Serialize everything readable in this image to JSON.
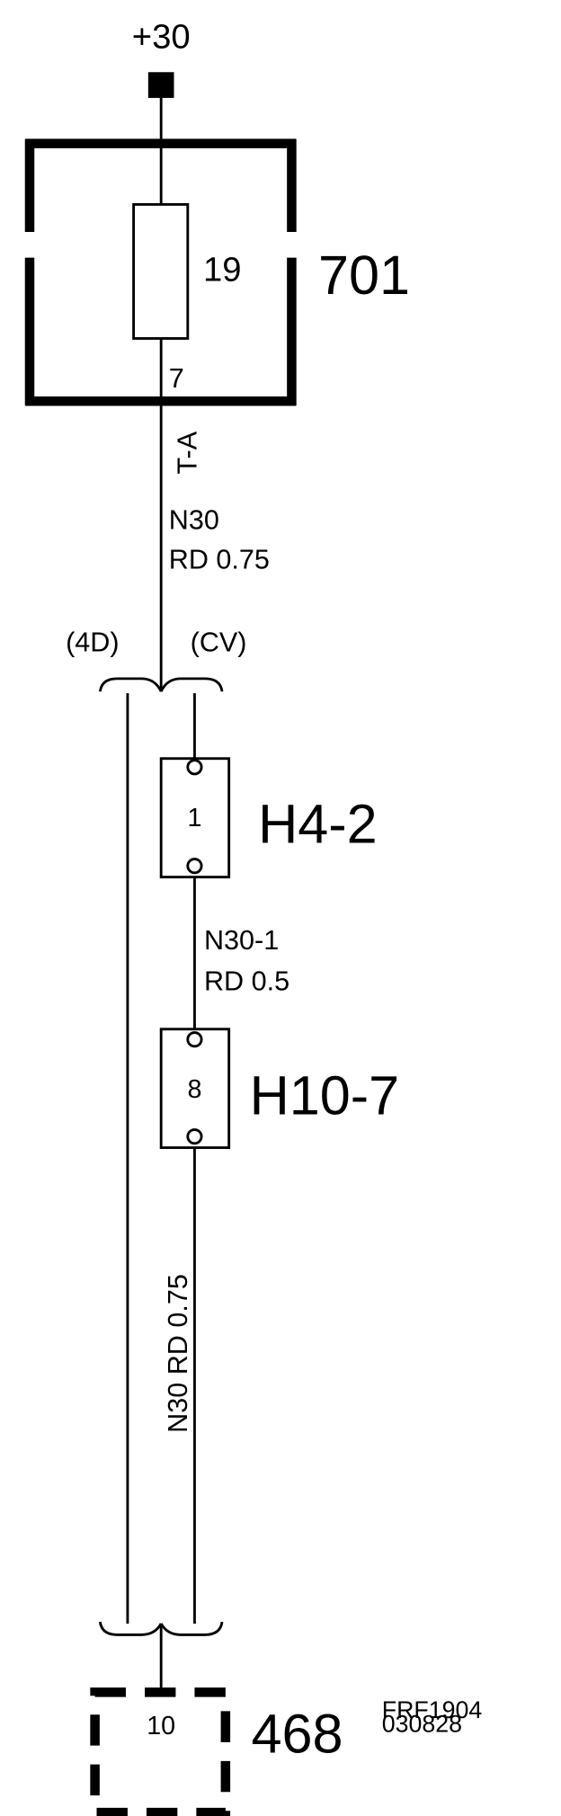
{
  "supply": {
    "label": "+30"
  },
  "fuse_box": {
    "id": "701",
    "fuse_number": "19",
    "pin": "7",
    "pin_label": "T-A"
  },
  "wire_1": {
    "name": "N30",
    "spec": "RD  0.75"
  },
  "variants": {
    "left": "(4D)",
    "right": "(CV)"
  },
  "connector_1": {
    "id": "H4-2",
    "pin": "1"
  },
  "wire_2": {
    "name": "N30-1",
    "spec": "RD  0.5"
  },
  "connector_2": {
    "id": "H10-7",
    "pin": "8"
  },
  "wire_3": {
    "label": "N30 RD 0.75"
  },
  "ground_component": {
    "id": "468",
    "pin": "10"
  },
  "figure_code": {
    "line1": "FRF1904",
    "line2": "030828"
  }
}
